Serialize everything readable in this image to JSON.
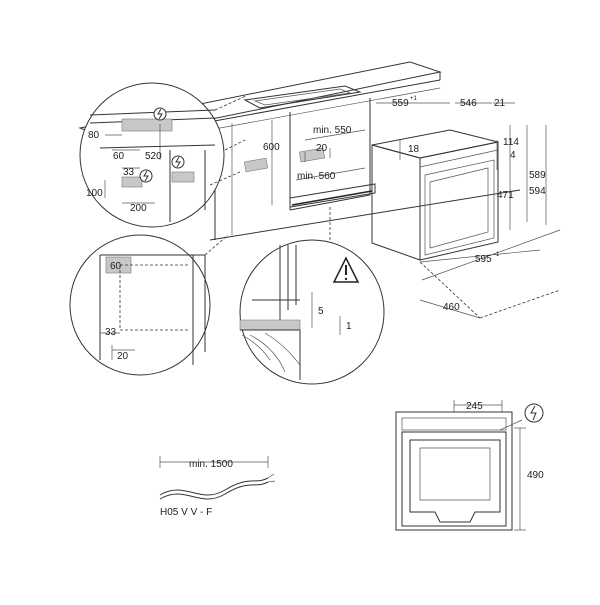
{
  "dimensions": {
    "d559": "559",
    "d559_sup": "+1",
    "d546": "546",
    "d21": "21",
    "d18": "18",
    "d114": "114",
    "d4": "4",
    "d471": "471",
    "d589": "589",
    "d594": "594",
    "d595": "595",
    "d595_sup": "-1",
    "d460": "460",
    "min550": "min. 550",
    "d600": "600",
    "d20_cab": "20",
    "min560": "min. 560",
    "d80": "80",
    "d60": "60",
    "d520": "520",
    "d33": "33",
    "d100": "100",
    "d200": "200",
    "d60_det": "60",
    "d33_det": "33",
    "d20_det": "20",
    "d5": "5",
    "d1": "1",
    "d245": "245",
    "d490": "490",
    "min1500": "min. 1500"
  },
  "cable": {
    "label": "H05 V V - F"
  },
  "icons": [
    "electric-plug-symbol",
    "warning-triangle"
  ]
}
